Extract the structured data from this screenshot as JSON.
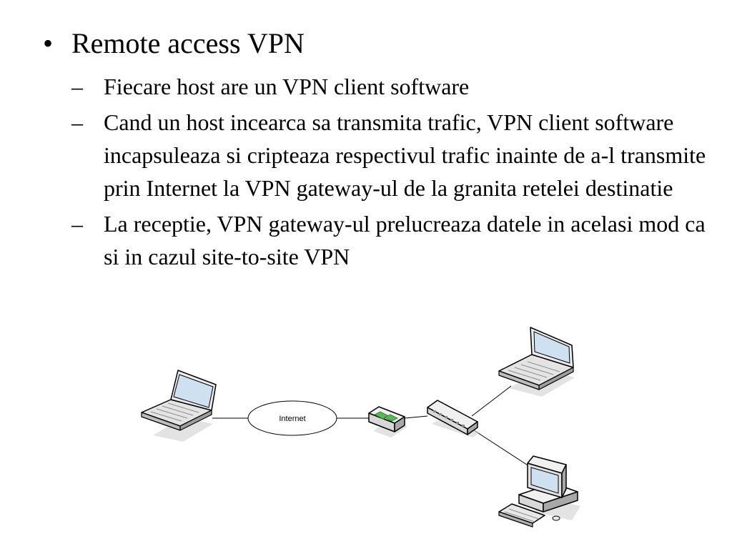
{
  "slide": {
    "bullet_symbol": "•",
    "dash_symbol": "–",
    "title": "Remote access VPN",
    "subitems": [
      {
        "text": "Fiecare host are un VPN client software"
      },
      {
        "text": "Cand un host incearca sa transmita trafic, VPN client software incapsuleaza si cripteaza respectivul trafic inainte de a-l transmite prin Internet la VPN gateway-ul de la granita retelei destinatie"
      },
      {
        "text": "La receptie, VPN gateway-ul prelucreaza datele in acelasi mod ca si in cazul site-to-site VPN"
      }
    ]
  },
  "diagram": {
    "cloud_label": "Internet",
    "icons": [
      "laptop-icon",
      "router-icon",
      "switch-icon",
      "desktop-computer-icon"
    ],
    "colors": {
      "line": "#000000",
      "device_body": "#e8e8e8",
      "screen": "#cfe0f0",
      "router_accent": "#58b858"
    }
  }
}
